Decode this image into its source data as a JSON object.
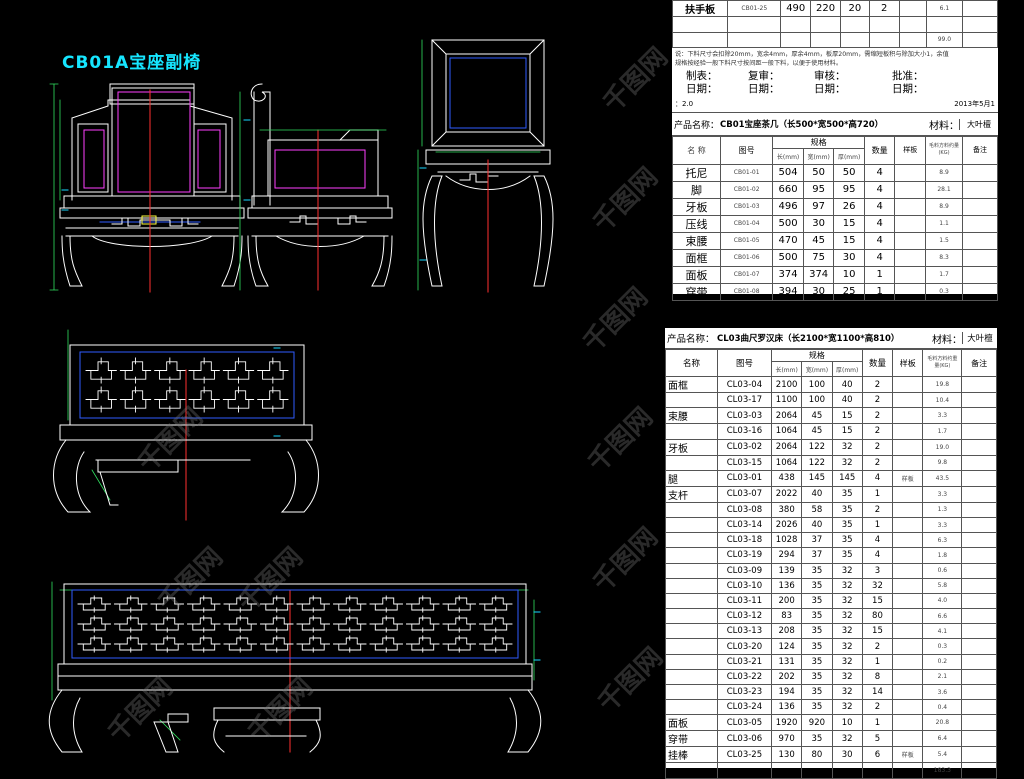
{
  "drawing_title": "CB01A宝座副椅",
  "watermark": "千图网",
  "sheet1": {
    "top_row": {
      "name": "扶手板",
      "code": "CB01-25",
      "len": "490",
      "wid": "220",
      "thk": "20",
      "qty": "2",
      "vol": "6.1"
    },
    "total": "99.0",
    "note1": "说：下料尺寸会扣除20mm，宽余4mm，厚余4mm，板厚20mm，需缩短板积与除加大小1，余值",
    "note2": "规格按经验一般下料尺寸按间距一般下料，以便于使用材料。",
    "sign1": {
      "a": "制表：",
      "b": "复审：",
      "c": "审核：",
      "d": "批准："
    },
    "sign2": {
      "a": "日期：",
      "b": "日期：",
      "c": "日期：",
      "d": "日期："
    },
    "version": "：2.0",
    "date": "2013年5月1",
    "product_label": "产品名称：",
    "product_name": "CB01宝座茶几（长500*宽500*高720）",
    "material_label": "材料：",
    "material": "大叶檀",
    "headers": {
      "name": "名 称",
      "code": "图号",
      "spec": "规格",
      "len": "长(mm)",
      "wid": "宽(mm)",
      "thk": "厚(mm)",
      "qty": "数量",
      "sample": "样板",
      "vol": "毛料方料约量(KG)",
      "remark": "备注"
    },
    "rows": [
      {
        "name": "托尼",
        "code": "CB01-01",
        "len": "504",
        "wid": "50",
        "thk": "50",
        "qty": "4",
        "vol": "8.9"
      },
      {
        "name": "脚",
        "code": "CB01-02",
        "len": "660",
        "wid": "95",
        "thk": "95",
        "qty": "4",
        "vol": "28.1"
      },
      {
        "name": "牙板",
        "code": "CB01-03",
        "len": "496",
        "wid": "97",
        "thk": "26",
        "qty": "4",
        "vol": "8.9"
      },
      {
        "name": "压线",
        "code": "CB01-04",
        "len": "500",
        "wid": "30",
        "thk": "15",
        "qty": "4",
        "vol": "1.1"
      },
      {
        "name": "束腰",
        "code": "CB01-05",
        "len": "470",
        "wid": "45",
        "thk": "15",
        "qty": "4",
        "vol": "1.5"
      },
      {
        "name": "面框",
        "code": "CB01-06",
        "len": "500",
        "wid": "75",
        "thk": "30",
        "qty": "4",
        "vol": "8.3"
      },
      {
        "name": "面板",
        "code": "CB01-07",
        "len": "374",
        "wid": "374",
        "thk": "10",
        "qty": "1",
        "vol": "1.7"
      },
      {
        "name": "穿带",
        "code": "CB01-08",
        "len": "394",
        "wid": "30",
        "thk": "25",
        "qty": "1",
        "vol": "0.3"
      }
    ]
  },
  "sheet2": {
    "product_label": "产品名称：",
    "product_name": "CL03曲尺罗汉床（长2100*宽1100*高810）",
    "material_label": "材料：",
    "material": "大叶檀",
    "headers": {
      "name": "名称",
      "code": "图号",
      "spec": "规格",
      "len": "长(mm)",
      "wid": "宽(mm)",
      "thk": "厚(mm)",
      "qty": "数量",
      "sample": "样板",
      "vol": "毛料方料约重量(KG)",
      "remark": "备注"
    },
    "rows": [
      {
        "name": "面框",
        "code": "CL03-04",
        "len": "2100",
        "wid": "100",
        "thk": "40",
        "qty": "2",
        "sample": "",
        "vol": "19.8"
      },
      {
        "name": "",
        "code": "CL03-17",
        "len": "1100",
        "wid": "100",
        "thk": "40",
        "qty": "2",
        "sample": "",
        "vol": "10.4"
      },
      {
        "name": "束腰",
        "code": "CL03-03",
        "len": "2064",
        "wid": "45",
        "thk": "15",
        "qty": "2",
        "sample": "",
        "vol": "3.3"
      },
      {
        "name": "",
        "code": "CL03-16",
        "len": "1064",
        "wid": "45",
        "thk": "15",
        "qty": "2",
        "sample": "",
        "vol": "1.7"
      },
      {
        "name": "牙板",
        "code": "CL03-02",
        "len": "2064",
        "wid": "122",
        "thk": "32",
        "qty": "2",
        "sample": "",
        "vol": "19.0"
      },
      {
        "name": "",
        "code": "CL03-15",
        "len": "1064",
        "wid": "122",
        "thk": "32",
        "qty": "2",
        "sample": "",
        "vol": "9.8"
      },
      {
        "name": "腿",
        "code": "CL03-01",
        "len": "438",
        "wid": "145",
        "thk": "145",
        "qty": "4",
        "sample": "样板",
        "vol": "43.5"
      },
      {
        "name": "支杆",
        "code": "CL03-07",
        "len": "2022",
        "wid": "40",
        "thk": "35",
        "qty": "1",
        "sample": "",
        "vol": "3.3"
      },
      {
        "name": "",
        "code": "CL03-08",
        "len": "380",
        "wid": "58",
        "thk": "35",
        "qty": "2",
        "sample": "",
        "vol": "1.3"
      },
      {
        "name": "",
        "code": "CL03-14",
        "len": "2026",
        "wid": "40",
        "thk": "35",
        "qty": "1",
        "sample": "",
        "vol": "3.3"
      },
      {
        "name": "",
        "code": "CL03-18",
        "len": "1028",
        "wid": "37",
        "thk": "35",
        "qty": "4",
        "sample": "",
        "vol": "6.3"
      },
      {
        "name": "",
        "code": "CL03-19",
        "len": "294",
        "wid": "37",
        "thk": "35",
        "qty": "4",
        "sample": "",
        "vol": "1.8"
      },
      {
        "name": "",
        "code": "CL03-09",
        "len": "139",
        "wid": "35",
        "thk": "32",
        "qty": "3",
        "sample": "",
        "vol": "0.6"
      },
      {
        "name": "",
        "code": "CL03-10",
        "len": "136",
        "wid": "35",
        "thk": "32",
        "qty": "32",
        "sample": "",
        "vol": "5.8"
      },
      {
        "name": "",
        "code": "CL03-11",
        "len": "200",
        "wid": "35",
        "thk": "32",
        "qty": "15",
        "sample": "",
        "vol": "4.0"
      },
      {
        "name": "",
        "code": "CL03-12",
        "len": "83",
        "wid": "35",
        "thk": "32",
        "qty": "80",
        "sample": "",
        "vol": "6.6"
      },
      {
        "name": "",
        "code": "CL03-13",
        "len": "208",
        "wid": "35",
        "thk": "32",
        "qty": "15",
        "sample": "",
        "vol": "4.1"
      },
      {
        "name": "",
        "code": "CL03-20",
        "len": "124",
        "wid": "35",
        "thk": "32",
        "qty": "2",
        "sample": "",
        "vol": "0.3"
      },
      {
        "name": "",
        "code": "CL03-21",
        "len": "131",
        "wid": "35",
        "thk": "32",
        "qty": "1",
        "sample": "",
        "vol": "0.2"
      },
      {
        "name": "",
        "code": "CL03-22",
        "len": "202",
        "wid": "35",
        "thk": "32",
        "qty": "8",
        "sample": "",
        "vol": "2.1"
      },
      {
        "name": "",
        "code": "CL03-23",
        "len": "194",
        "wid": "35",
        "thk": "32",
        "qty": "14",
        "sample": "",
        "vol": "3.6"
      },
      {
        "name": "",
        "code": "CL03-24",
        "len": "136",
        "wid": "35",
        "thk": "32",
        "qty": "2",
        "sample": "",
        "vol": "0.4"
      },
      {
        "name": "面板",
        "code": "CL03-05",
        "len": "1920",
        "wid": "920",
        "thk": "10",
        "qty": "1",
        "sample": "",
        "vol": "20.8"
      },
      {
        "name": "穿带",
        "code": "CL03-06",
        "len": "970",
        "wid": "35",
        "thk": "32",
        "qty": "5",
        "sample": "",
        "vol": "6.4"
      },
      {
        "name": "挂棒",
        "code": "CL03-25",
        "len": "130",
        "wid": "80",
        "thk": "30",
        "qty": "6",
        "sample": "样板",
        "vol": "5.4"
      }
    ],
    "total": "183.3"
  }
}
